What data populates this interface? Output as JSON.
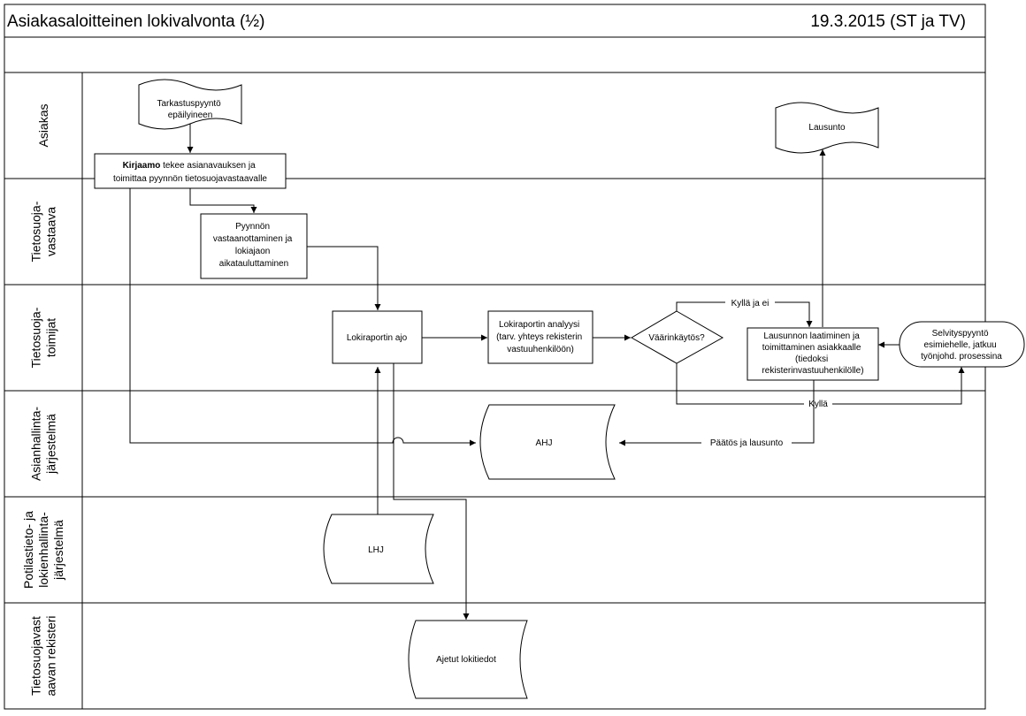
{
  "header": {
    "title": "Asiakasaloitteinen lokivalvonta (½)",
    "date": "19.3.2015 (ST ja TV)"
  },
  "lanes": [
    {
      "id": "asiakas",
      "lines": [
        "Asiakas"
      ]
    },
    {
      "id": "tietosuojavastaava",
      "lines": [
        "Tietosuoja-",
        "vastaava"
      ]
    },
    {
      "id": "tietosuojatoimijat",
      "lines": [
        "Tietosuoja-",
        "toimijat"
      ]
    },
    {
      "id": "ahj-lane",
      "lines": [
        "Asianhallinta-",
        "järjestelmä"
      ]
    },
    {
      "id": "lhj-lane",
      "lines": [
        "Potilastieto- ja",
        "lokienhallinta-",
        "järjestelmä"
      ]
    },
    {
      "id": "rekisteri",
      "lines": [
        "Tietosuojavast",
        "aavan rekisteri"
      ]
    }
  ],
  "nodes": {
    "tarkastuspyynto": [
      "Tarkastuspyyntö",
      "epäilyineen"
    ],
    "kirjaamo": {
      "bold": "Kirjaamo",
      "rest": " tekee asianavauksen ja",
      "line2": "toimittaa pyynnön tietosuojavastaavalle"
    },
    "pyynnon": [
      "Pyynnön",
      "vastaanottaminen ja",
      "lokiajaon",
      "aikatauluttaminen"
    ],
    "lokiraportin_ajo": [
      "Lokiraportin ajo"
    ],
    "analyysi": [
      "Lokiraportin analyysi",
      "(tarv. yhteys rekisterin",
      "vastuuhenkilöön)"
    ],
    "vaarinkaytos": [
      "Väärinkäytös?"
    ],
    "lausunnon": [
      "Lausunnon laatiminen ja",
      "toimittaminen asiakkaalle",
      "(tiedoksi",
      "rekisterinvastuuhenkilölle)"
    ],
    "selvityspyynto": [
      "Selvityspyyntö",
      "esimiehelle, jatkuu",
      "työnjohd. prosessina"
    ],
    "lausunto": [
      "Lausunto"
    ],
    "ahj": [
      "AHJ"
    ],
    "lhj": [
      "LHJ"
    ],
    "ajetut": [
      "Ajetut lokitiedot"
    ]
  },
  "edges": {
    "kylla_ja_ei": "Kyllä ja ei",
    "kylla": "Kyllä",
    "paatos": "Päätös ja lausunto"
  }
}
